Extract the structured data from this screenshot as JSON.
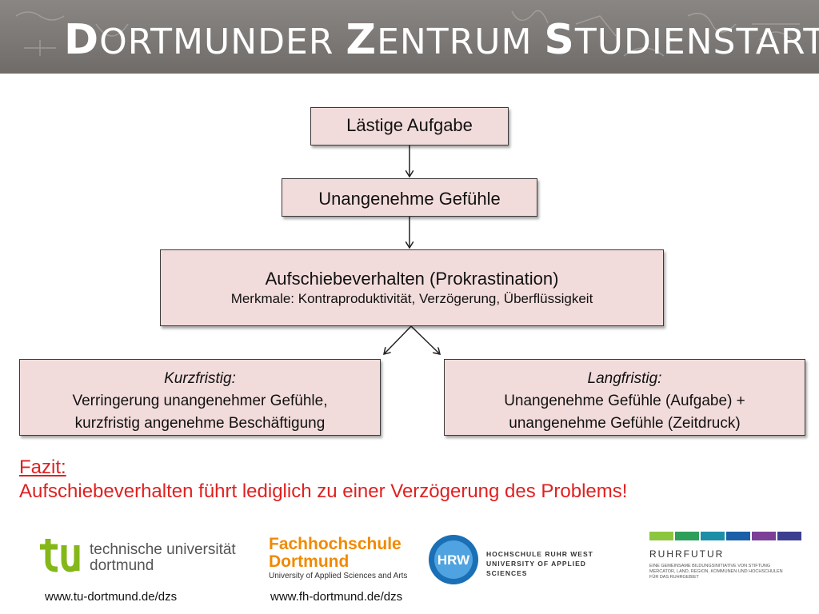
{
  "header": {
    "title_parts": [
      {
        "big": "D",
        "rest": "ORTMUNDER "
      },
      {
        "big": "Z",
        "rest": "ENTRUM "
      },
      {
        "big": "S",
        "rest": "TUDIENSTART"
      }
    ]
  },
  "diagram": {
    "task": "Lästige Aufgabe",
    "feelings": "Unangenehme Gefühle",
    "procrastination": {
      "title": "Aufschiebeverhalten (Prokrastination)",
      "subtitle": "Merkmale: Kontraproduktivität, Verzögerung, Überflüssigkeit"
    },
    "short_term": {
      "heading": "Kurzfristig:",
      "line1": "Verringerung unangenehmer Gefühle,",
      "line2": "kurzfristig angenehme Beschäftigung"
    },
    "long_term": {
      "heading": "Langfristig:",
      "line1": "Unangenehme Gefühle (Aufgabe) +",
      "line2": "unangenehme Gefühle (Zeitdruck)"
    },
    "box_fill": "#f2dcdb"
  },
  "conclusion": {
    "label": "Fazit:",
    "text": "Aufschiebeverhalten führt lediglich zu einer Verzögerung des Problems!",
    "color": "#e02020"
  },
  "logos": {
    "tu": {
      "line1": "technische universität",
      "line2": "dortmund",
      "color": "#84b819"
    },
    "fh": {
      "line1": "Fachhochschule",
      "line2": "Dortmund",
      "sub": "University of Applied Sciences and Arts",
      "color": "#f08a00"
    },
    "hrw": {
      "badge": "HRW",
      "line1": "HOCHSCHULE RUHR WEST",
      "line2": "UNIVERSITY OF APPLIED SCIENCES",
      "color": "#1a6fb5"
    },
    "ruhrfutur": {
      "name": "RUHRFUTUR",
      "sub": "Eine gemeinsame Bildungsinitiative von Stiftung Mercator, Land, Region, Kommunen und Hochschulen für das Ruhrgebiet",
      "bar_colors": [
        "#8cc63f",
        "#2e9e5b",
        "#1c8fa6",
        "#1a5fa8",
        "#7b3f98",
        "#3c3f8f"
      ]
    }
  },
  "footer": {
    "url_tu": "www.tu-dortmund.de/dzs",
    "url_fh": "www.fh-dortmund.de/dzs"
  }
}
